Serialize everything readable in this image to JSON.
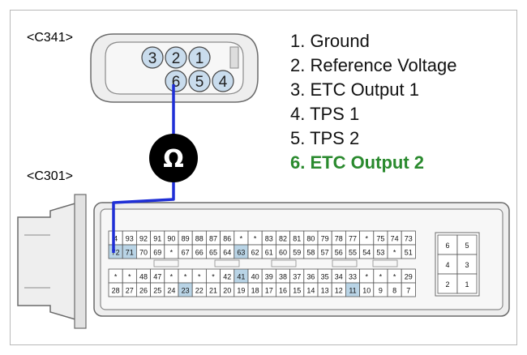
{
  "connectors": {
    "c341": {
      "label": "<C341>",
      "top_pins": [
        "3",
        "2",
        "1"
      ],
      "bottom_pins": [
        "6",
        "5",
        "4"
      ]
    },
    "c301": {
      "label": "<C301>",
      "rows": [
        [
          "4",
          "93",
          "92",
          "91",
          "90",
          "89",
          "88",
          "87",
          "86",
          "*",
          "*",
          "83",
          "82",
          "81",
          "80",
          "79",
          "78",
          "77",
          "*",
          "75",
          "74",
          "73"
        ],
        [
          "72",
          "71",
          "70",
          "69",
          "*",
          "67",
          "66",
          "65",
          "64",
          "63",
          "62",
          "61",
          "60",
          "59",
          "58",
          "57",
          "56",
          "55",
          "54",
          "53",
          "*",
          "51"
        ],
        [
          "*",
          "*",
          "48",
          "47",
          "*",
          "*",
          "*",
          "*",
          "42",
          "41",
          "40",
          "39",
          "38",
          "37",
          "36",
          "35",
          "34",
          "33",
          "*",
          "*",
          "*",
          "29"
        ],
        [
          "28",
          "27",
          "26",
          "25",
          "24",
          "23",
          "22",
          "21",
          "20",
          "19",
          "18",
          "17",
          "16",
          "15",
          "14",
          "13",
          "12",
          "11",
          "10",
          "9",
          "8",
          "7"
        ]
      ],
      "highlighted": [
        "72",
        "71",
        "63",
        "41",
        "23",
        "11"
      ],
      "side_block": [
        [
          "6",
          "5"
        ],
        [
          "4",
          "3"
        ],
        [
          "2",
          "1"
        ]
      ]
    }
  },
  "meter": {
    "symbol": "Ω",
    "icon": "ohm-meter-icon"
  },
  "legend": [
    {
      "text": "1. Ground",
      "highlight": false
    },
    {
      "text": "2. Reference Voltage",
      "highlight": false
    },
    {
      "text": "3. ETC Output 1",
      "highlight": false
    },
    {
      "text": "4. TPS 1",
      "highlight": false
    },
    {
      "text": "5. TPS 2",
      "highlight": false
    },
    {
      "text": "6. ETC Output 2",
      "highlight": true
    }
  ],
  "colors": {
    "wire": "#1f2fd6",
    "highlight_text": "#2a8a2e",
    "pin_fill": "#c9dced",
    "cell_highlight": "#b9d4e6"
  }
}
